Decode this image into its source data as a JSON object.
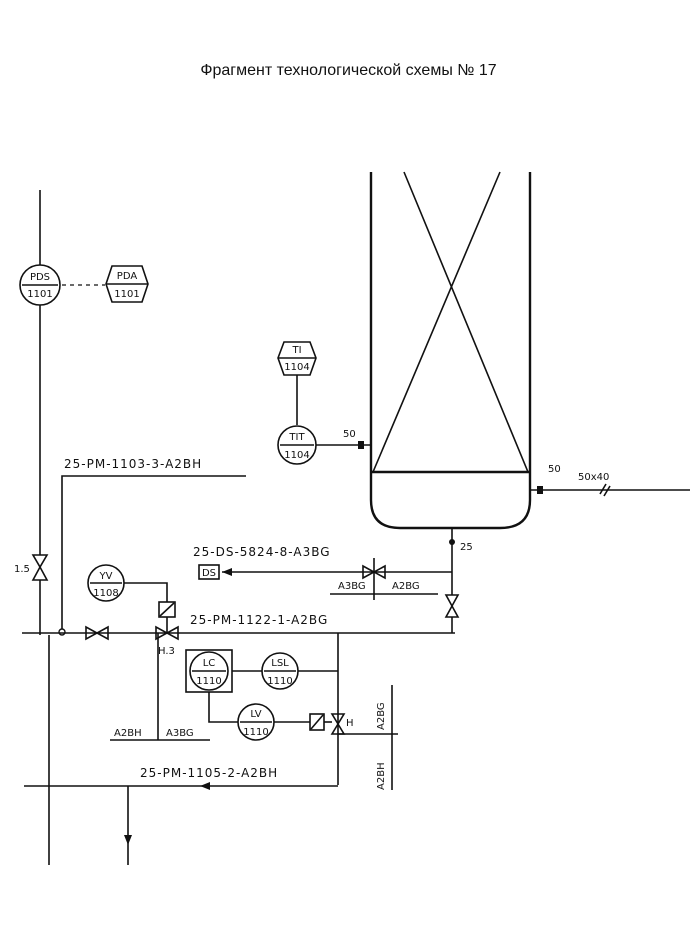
{
  "title": "Фрагмент технологической схемы № 17",
  "lines": {
    "l1103": "25-PM-1103-3-A2BH",
    "l5824": "25-DS-5824-8-A3BG",
    "l1122": "25-PM-1122-1-A2BG",
    "l1105": "25-PM-1105-2-A2BH"
  },
  "instruments": {
    "pds": {
      "tag": "PDS",
      "num": "1101"
    },
    "pda": {
      "tag": "PDA",
      "num": "1101"
    },
    "ti": {
      "tag": "TI",
      "num": "1104"
    },
    "tit": {
      "tag": "TIT",
      "num": "1104"
    },
    "yv": {
      "tag": "YV",
      "num": "1108"
    },
    "lc": {
      "tag": "LC",
      "num": "1110"
    },
    "lsl": {
      "tag": "LSL",
      "num": "1110"
    },
    "lv": {
      "tag": "LV",
      "num": "1110"
    }
  },
  "labels": {
    "ds": "DS",
    "spec_a3bg": "A3BG",
    "spec_a2bg_right": "A2BG",
    "spec_a2bh_left": "A2BH",
    "spec_a3bg_left": "A3BG",
    "spec_a2bg_vert": "A2BG",
    "spec_a2bh_vert": "A2BH",
    "nozzle_50_top": "50",
    "nozzle_50_right": "50",
    "reducer": "50x40",
    "nozzle_25": "25",
    "fail_open": "1.5",
    "valve_h3": "H.3",
    "valve_h_lv": "H"
  }
}
